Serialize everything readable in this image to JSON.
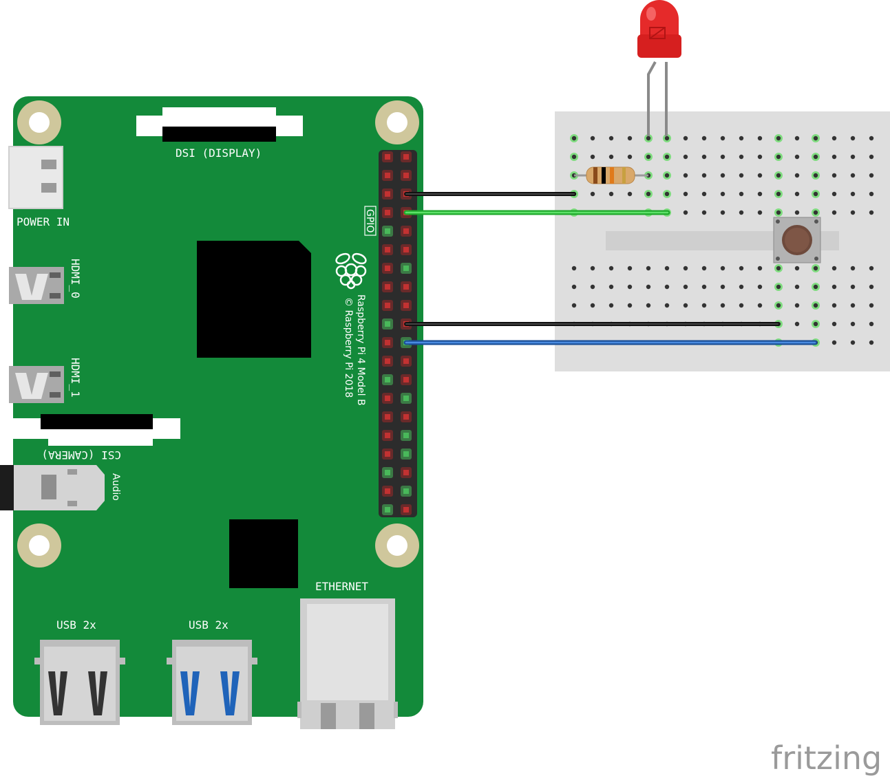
{
  "board": {
    "labels": {
      "dsi": "DSI (DISPLAY)",
      "power": "POWER IN",
      "hdmi0": "HDMI_0",
      "hdmi1": "HDMI_1",
      "csi": "CSI (CAMERA)",
      "audio": "Audio",
      "gpio": "GPIO",
      "ethernet": "ETHERNET",
      "usb_left": "USB 2x",
      "usb_right": "USB 2x"
    },
    "model_line1": "Raspberry Pi 4 Model B",
    "model_line2": "© Raspberry Pi 2018"
  },
  "watermark": "fritzing",
  "colors": {
    "pcb": "#138a3a",
    "wire_black": "#222222",
    "wire_green": "#2fc23a",
    "wire_blue": "#1f63b9",
    "led_red": "#e52a2a",
    "breadboard": "#dedede"
  }
}
